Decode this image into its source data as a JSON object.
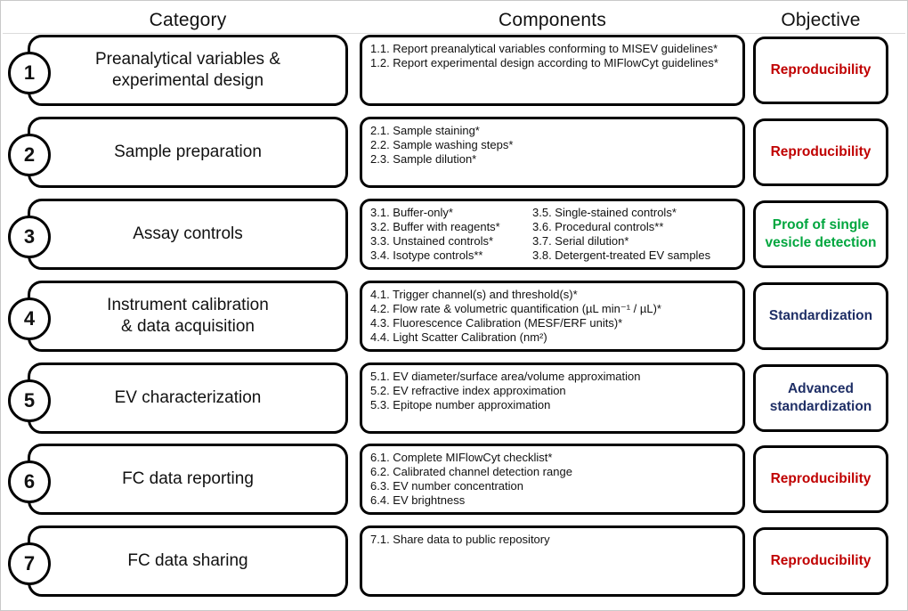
{
  "headers": {
    "category": "Category",
    "components": "Components",
    "objective": "Objective"
  },
  "colors": {
    "red": "#C00000",
    "green": "#00A63E",
    "navy": "#1F2F66",
    "box_border": "#000000",
    "frame_border": "#C9C9C9"
  },
  "rows": [
    {
      "num": "1",
      "category": "Preanalytical variables &\nexperimental design",
      "components": [
        "1.1. Report preanalytical variables conforming to MISEV guidelines*",
        "1.2. Report experimental design according to MIFlowCyt guidelines*"
      ],
      "objective": "Reproducibility",
      "objective_color": "#C00000"
    },
    {
      "num": "2",
      "category": "Sample preparation",
      "components": [
        "2.1. Sample staining*",
        "2.2. Sample washing steps*",
        "2.3. Sample dilution*"
      ],
      "objective": "Reproducibility",
      "objective_color": "#C00000"
    },
    {
      "num": "3",
      "category": "Assay controls",
      "components_col1": [
        "3.1. Buffer-only*",
        "3.2. Buffer with reagents*",
        "3.3. Unstained controls*",
        "3.4. Isotype controls**"
      ],
      "components_col2": [
        "3.5. Single-stained controls*",
        "3.6. Procedural controls**",
        "3.7. Serial dilution*",
        "3.8. Detergent-treated EV samples"
      ],
      "objective": "Proof of single\nvesicle detection",
      "objective_color": "#00A63E"
    },
    {
      "num": "4",
      "category": "Instrument calibration\n& data acquisition",
      "components": [
        "4.1. Trigger channel(s) and threshold(s)*",
        "4.2. Flow rate & volumetric quantification (µL min⁻¹ / µL)*",
        "4.3. Fluorescence Calibration (MESF/ERF units)*",
        "4.4. Light Scatter Calibration (nm²)"
      ],
      "objective": "Standardization",
      "objective_color": "#1F2F66"
    },
    {
      "num": "5",
      "category": "EV characterization",
      "components": [
        "5.1. EV diameter/surface area/volume approximation",
        "5.2. EV refractive index approximation",
        "5.3. Epitope number approximation"
      ],
      "objective": "Advanced\nstandardization",
      "objective_color": "#1F2F66"
    },
    {
      "num": "6",
      "category": "FC data reporting",
      "components": [
        "6.1. Complete MIFlowCyt checklist*",
        "6.2. Calibrated channel detection range",
        "6.3. EV number concentration",
        "6.4. EV brightness"
      ],
      "objective": "Reproducibility",
      "objective_color": "#C00000"
    },
    {
      "num": "7",
      "category": "FC data sharing",
      "components": [
        "7.1. Share data to public repository"
      ],
      "objective": "Reproducibility",
      "objective_color": "#C00000"
    }
  ]
}
